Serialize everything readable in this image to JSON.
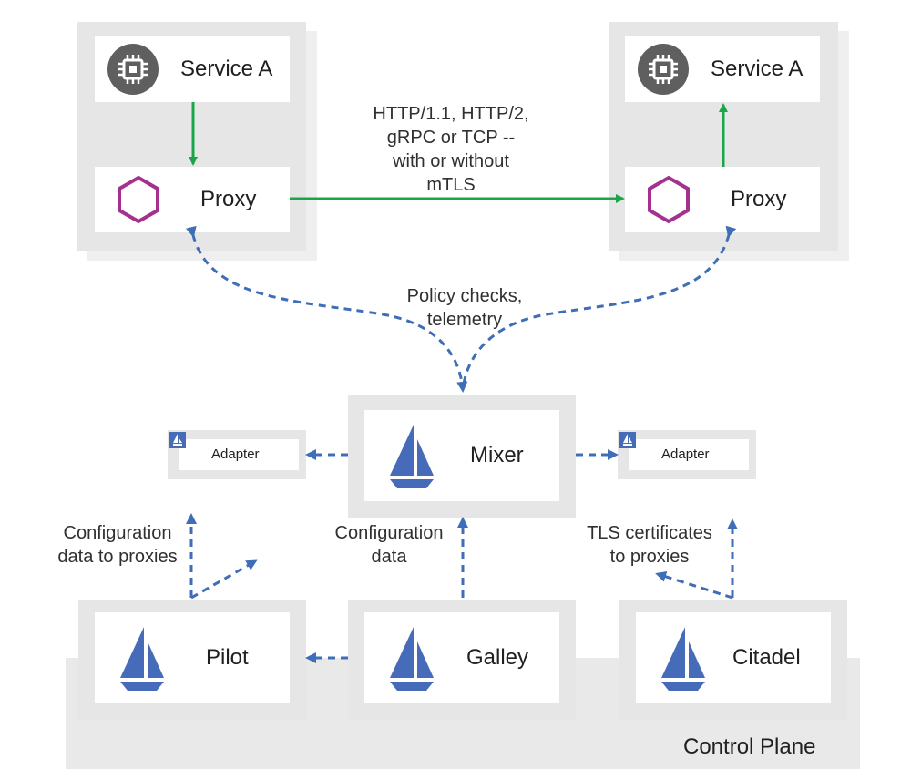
{
  "services": {
    "left": {
      "service_label": "Service A",
      "proxy_label": "Proxy"
    },
    "right": {
      "service_label": "Service A",
      "proxy_label": "Proxy"
    }
  },
  "traffic_label": [
    "HTTP/1.1, HTTP/2,",
    "gRPC or TCP --",
    "with or without",
    "mTLS"
  ],
  "policy_label": [
    "Policy checks,",
    "telemetry"
  ],
  "mixer": {
    "label": "Mixer"
  },
  "adapters": {
    "left": "Adapter",
    "right": "Adapter"
  },
  "notes": {
    "pilot_config": [
      "Configuration",
      "data to proxies"
    ],
    "galley_config": [
      "Configuration",
      "data"
    ],
    "citadel_tls": [
      "TLS certificates",
      "to proxies"
    ]
  },
  "components": {
    "pilot": "Pilot",
    "galley": "Galley",
    "citadel": "Citadel"
  },
  "control_plane_label": "Control Plane",
  "colors": {
    "green_arrow": "#1aa549",
    "blue_dashed": "#3f6eb8",
    "proxy_hexagon": "#a4308f",
    "chip_circle": "#5f5f5f",
    "sail_blue": "#466bb8",
    "panel_gray": "#e6e6e6"
  },
  "icons": {
    "service": "chip-icon",
    "proxy": "hexagon-icon",
    "istio": "sailboat-icon"
  }
}
